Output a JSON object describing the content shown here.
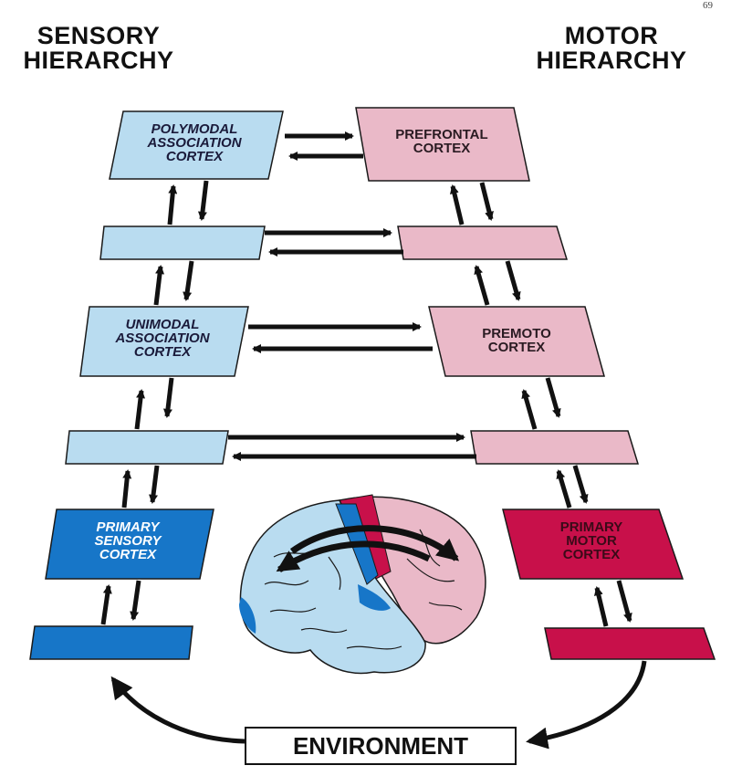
{
  "page_number": "69",
  "headings": {
    "sensory": "SENSORY\nHIERARCHY",
    "motor": "MOTOR\nHIERARCHY"
  },
  "sensory_boxes": {
    "polymodal": "POLYMODAL\nASSOCIATION\nCORTEX",
    "unimodal": "UNIMODAL\nASSOCIATION\nCORTEX",
    "primary": "PRIMARY\nSENSORY\nCORTEX"
  },
  "motor_boxes": {
    "prefrontal": "PREFRONTAL\nCORTEX",
    "premotor": "PREMOTO\nCORTEX",
    "primary": "PRIMARY\nMOTOR\nCORTEX"
  },
  "environment": "ENVIRONMENT",
  "colors": {
    "sensory_light": "#b9dcf0",
    "sensory_dark": "#1776c8",
    "motor_light": "#eab9c8",
    "motor_dark": "#c8104a",
    "outline": "#1a1a1a"
  }
}
